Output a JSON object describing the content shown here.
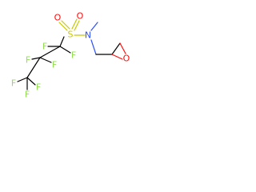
{
  "molecule": {
    "atoms": [
      {
        "id": "F1",
        "label": "F"
      },
      {
        "id": "F2",
        "label": "F"
      },
      {
        "id": "F3",
        "label": "F"
      },
      {
        "id": "F4",
        "label": "F"
      },
      {
        "id": "F5",
        "label": "F"
      },
      {
        "id": "F6",
        "label": "F"
      },
      {
        "id": "F7",
        "label": "F"
      },
      {
        "id": "S1",
        "label": "S"
      },
      {
        "id": "O1",
        "label": "O"
      },
      {
        "id": "O2",
        "label": "O"
      },
      {
        "id": "N1",
        "label": "N"
      },
      {
        "id": "O3",
        "label": "O"
      }
    ],
    "colors": {
      "fluorine": "#90e050",
      "sulfur": "#c8c800",
      "oxygen": "#ff0d0d",
      "nitrogen": "#3050f8",
      "carbon_bond": "#000000"
    }
  }
}
